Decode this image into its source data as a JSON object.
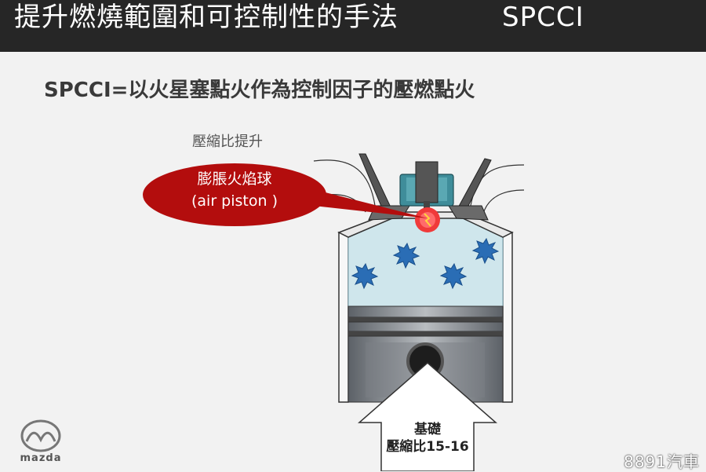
{
  "header": {
    "title": "提升燃燒範圍和可控制性的手法",
    "tag": "SPCCI"
  },
  "subtitle": "SPCCI=以火星塞點火作為控制因子的壓燃點火",
  "diagram": {
    "compression_label": "壓縮比提升",
    "bubble": {
      "line1": "膨脹火焰球",
      "line2": "(air piston )"
    },
    "arrow": {
      "line1": "基礎",
      "line2": "壓縮比15-16"
    },
    "colors": {
      "chamber": "#cfe6ec",
      "star": "#2a6db5",
      "bubble": "#b30d0d",
      "piston": "#8a8f94"
    }
  },
  "branding": {
    "logo_text": "mazda",
    "watermark": "8891汽車"
  }
}
